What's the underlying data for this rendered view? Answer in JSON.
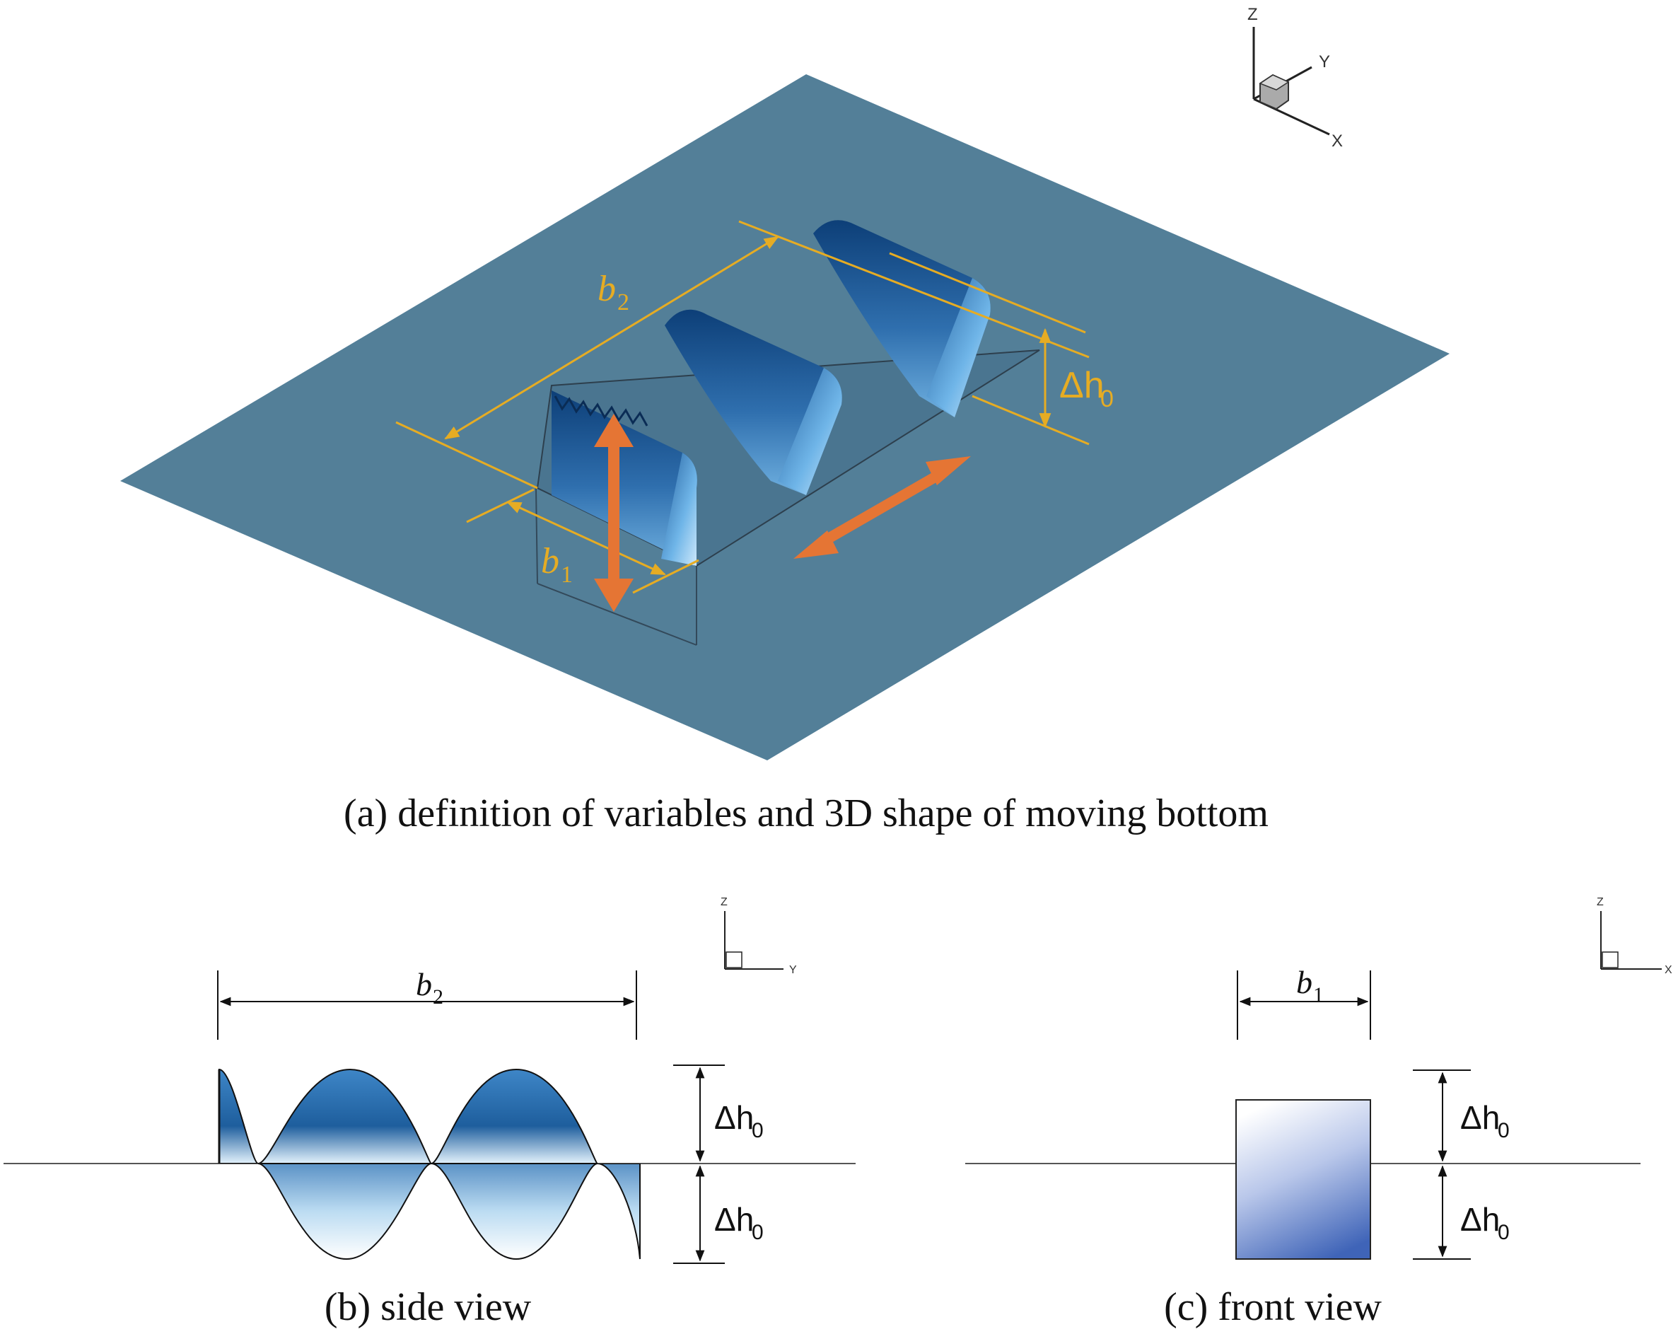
{
  "captions": {
    "a": "(a) definition of variables and 3D shape of moving bottom",
    "b": "(b)  side view",
    "c": "(c) front view"
  },
  "symbols": {
    "b": "b",
    "sub1": "1",
    "sub2": "2",
    "delta_h": "Δh",
    "sub0": "0"
  },
  "axes": {
    "z": "Z",
    "y": "Y",
    "x": "X"
  },
  "colors": {
    "plate": "#537f98",
    "ridge_dark": "#0d3f78",
    "ridge_light": "#9fd0f2",
    "dimension": "#e6ac23",
    "motion_arrow": "#e57534",
    "front_block": "#4f72c0"
  }
}
